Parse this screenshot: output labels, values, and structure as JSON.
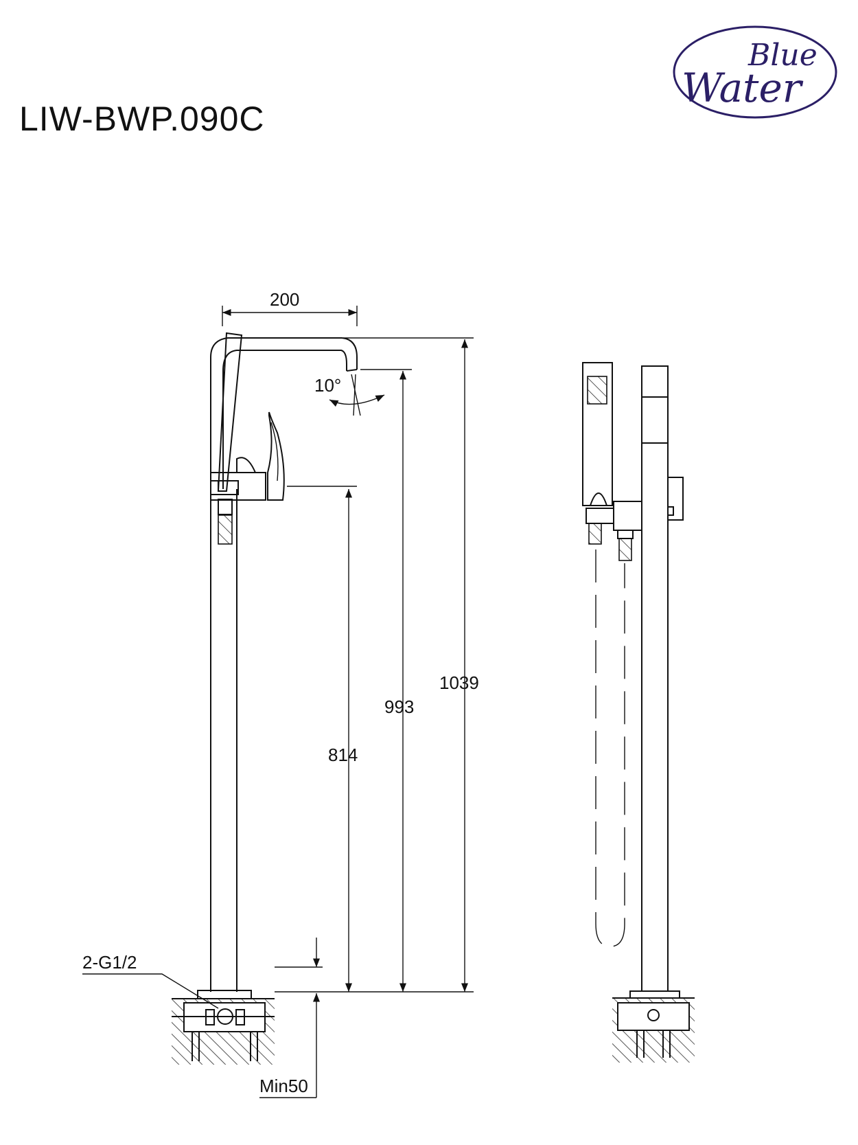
{
  "header": {
    "model_code": "LIW-BWP.090C"
  },
  "logo": {
    "line1": "Blue",
    "line2": "Water",
    "color": "#2b1f66"
  },
  "dimensions": {
    "spout_reach": "200",
    "spout_angle": "10°",
    "handle_height": "814",
    "spout_height": "993",
    "total_height": "1039",
    "connection": "2-G1/2",
    "min_depth": "Min50"
  }
}
